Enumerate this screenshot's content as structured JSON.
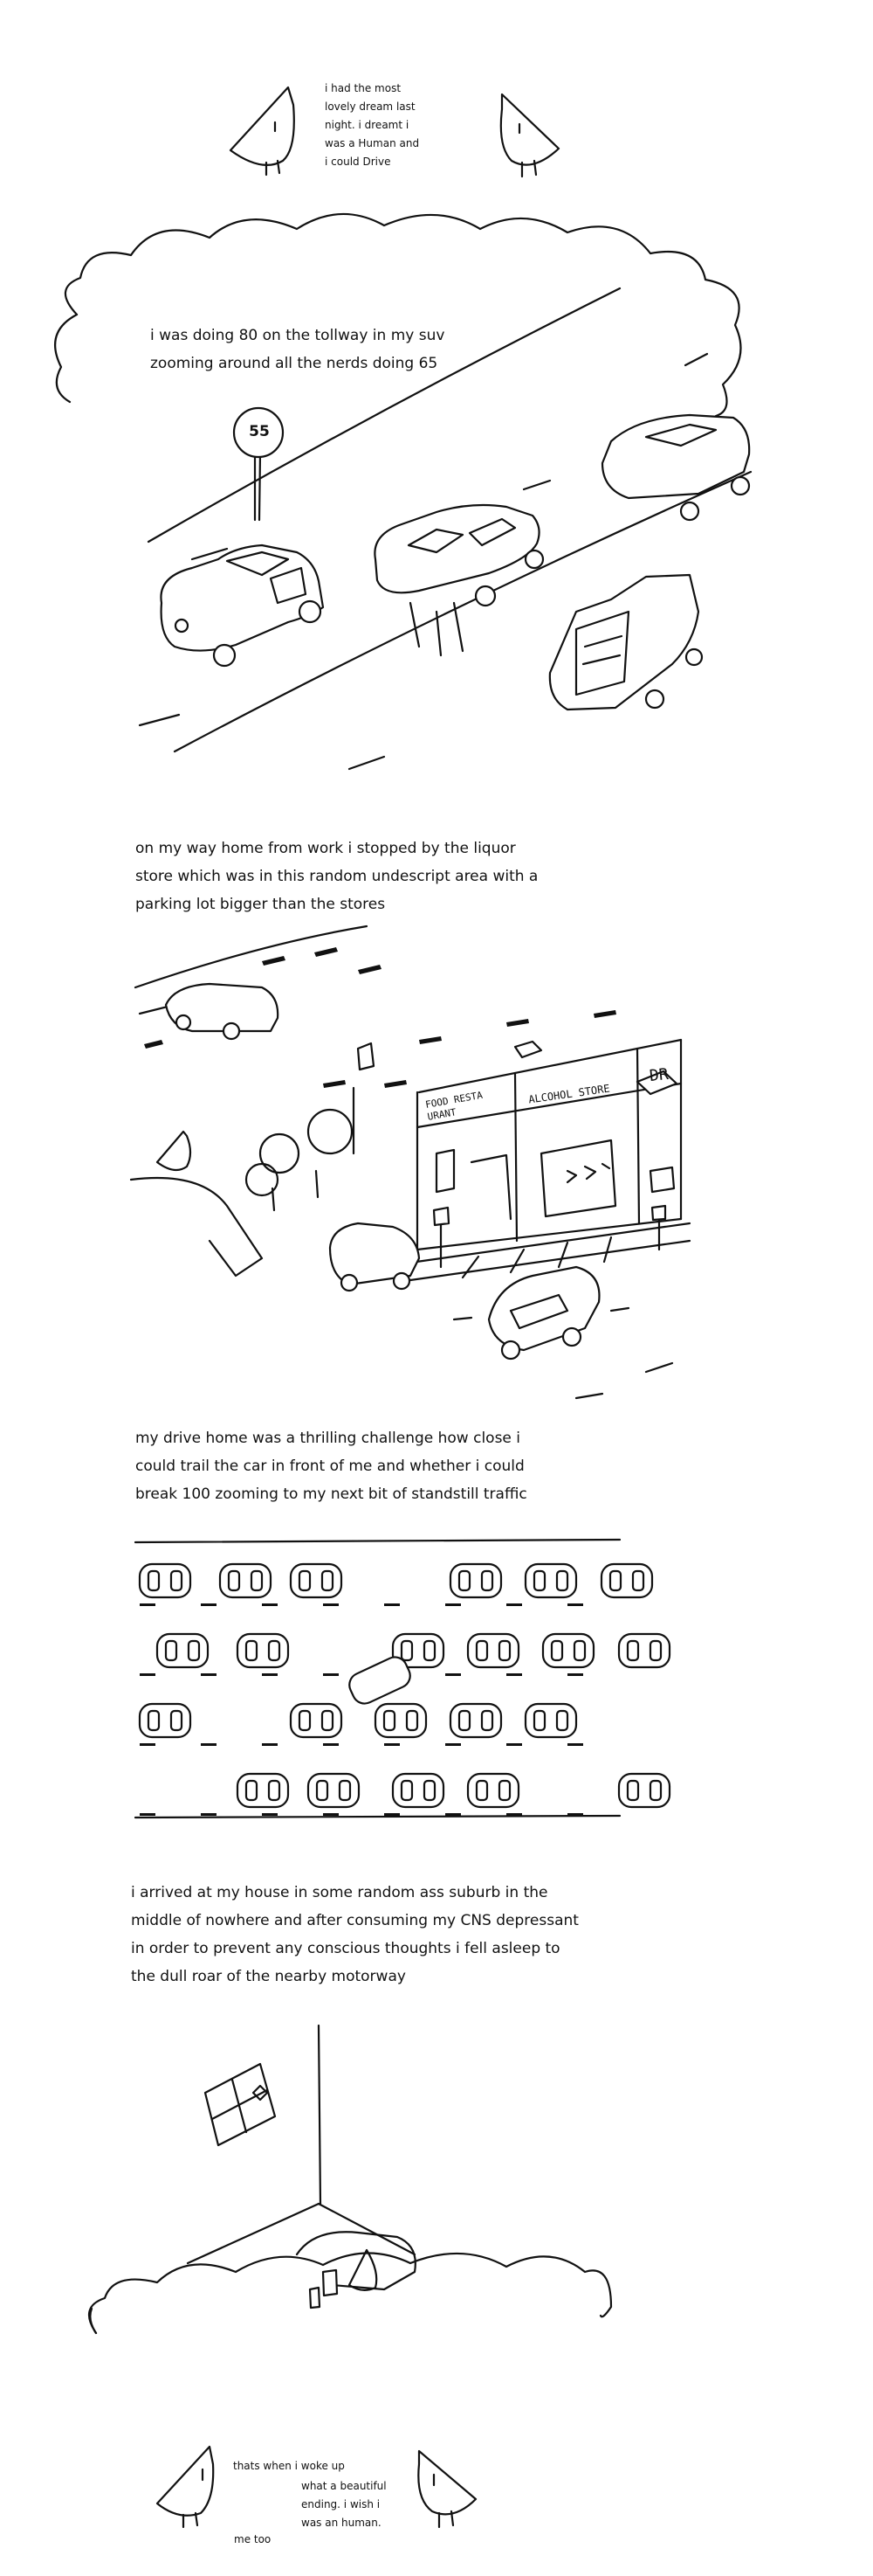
{
  "panels": {
    "intro": {
      "lines": [
        "i had the most",
        "lovely dream last",
        "night. i dreamt i",
        "was a Human and",
        "i could Drive"
      ]
    },
    "tollway": {
      "lines": [
        "i was doing 80 on the tollway in my suv",
        "zooming around all the nerds doing 65"
      ],
      "speed_sign": "55"
    },
    "liquor": {
      "lines": [
        "on my way home from work i stopped by the liquor",
        "store which was in this random undescript area with a",
        "parking lot bigger than the stores"
      ],
      "store_signs": [
        "FOOD RESTA URANT",
        "ALCOHOL STORE",
        "DR"
      ]
    },
    "traffic": {
      "lines": [
        "my drive home was a thrilling challenge how close i",
        "could trail the car in front of me and whether i could",
        "break 100 zooming to my next bit of standstill traffic"
      ]
    },
    "suburb": {
      "lines": [
        "i arrived at my house in some random ass suburb in the",
        "middle of nowhere and after consuming my CNS depressant",
        "in order to prevent any conscious thoughts i fell asleep to",
        "the dull roar of the nearby motorway"
      ]
    },
    "ending": {
      "left_top": "thats when i woke up",
      "left_bottom": "me too",
      "right_lines": [
        "what a beautiful",
        "ending. i wish i",
        "was an human."
      ]
    }
  }
}
